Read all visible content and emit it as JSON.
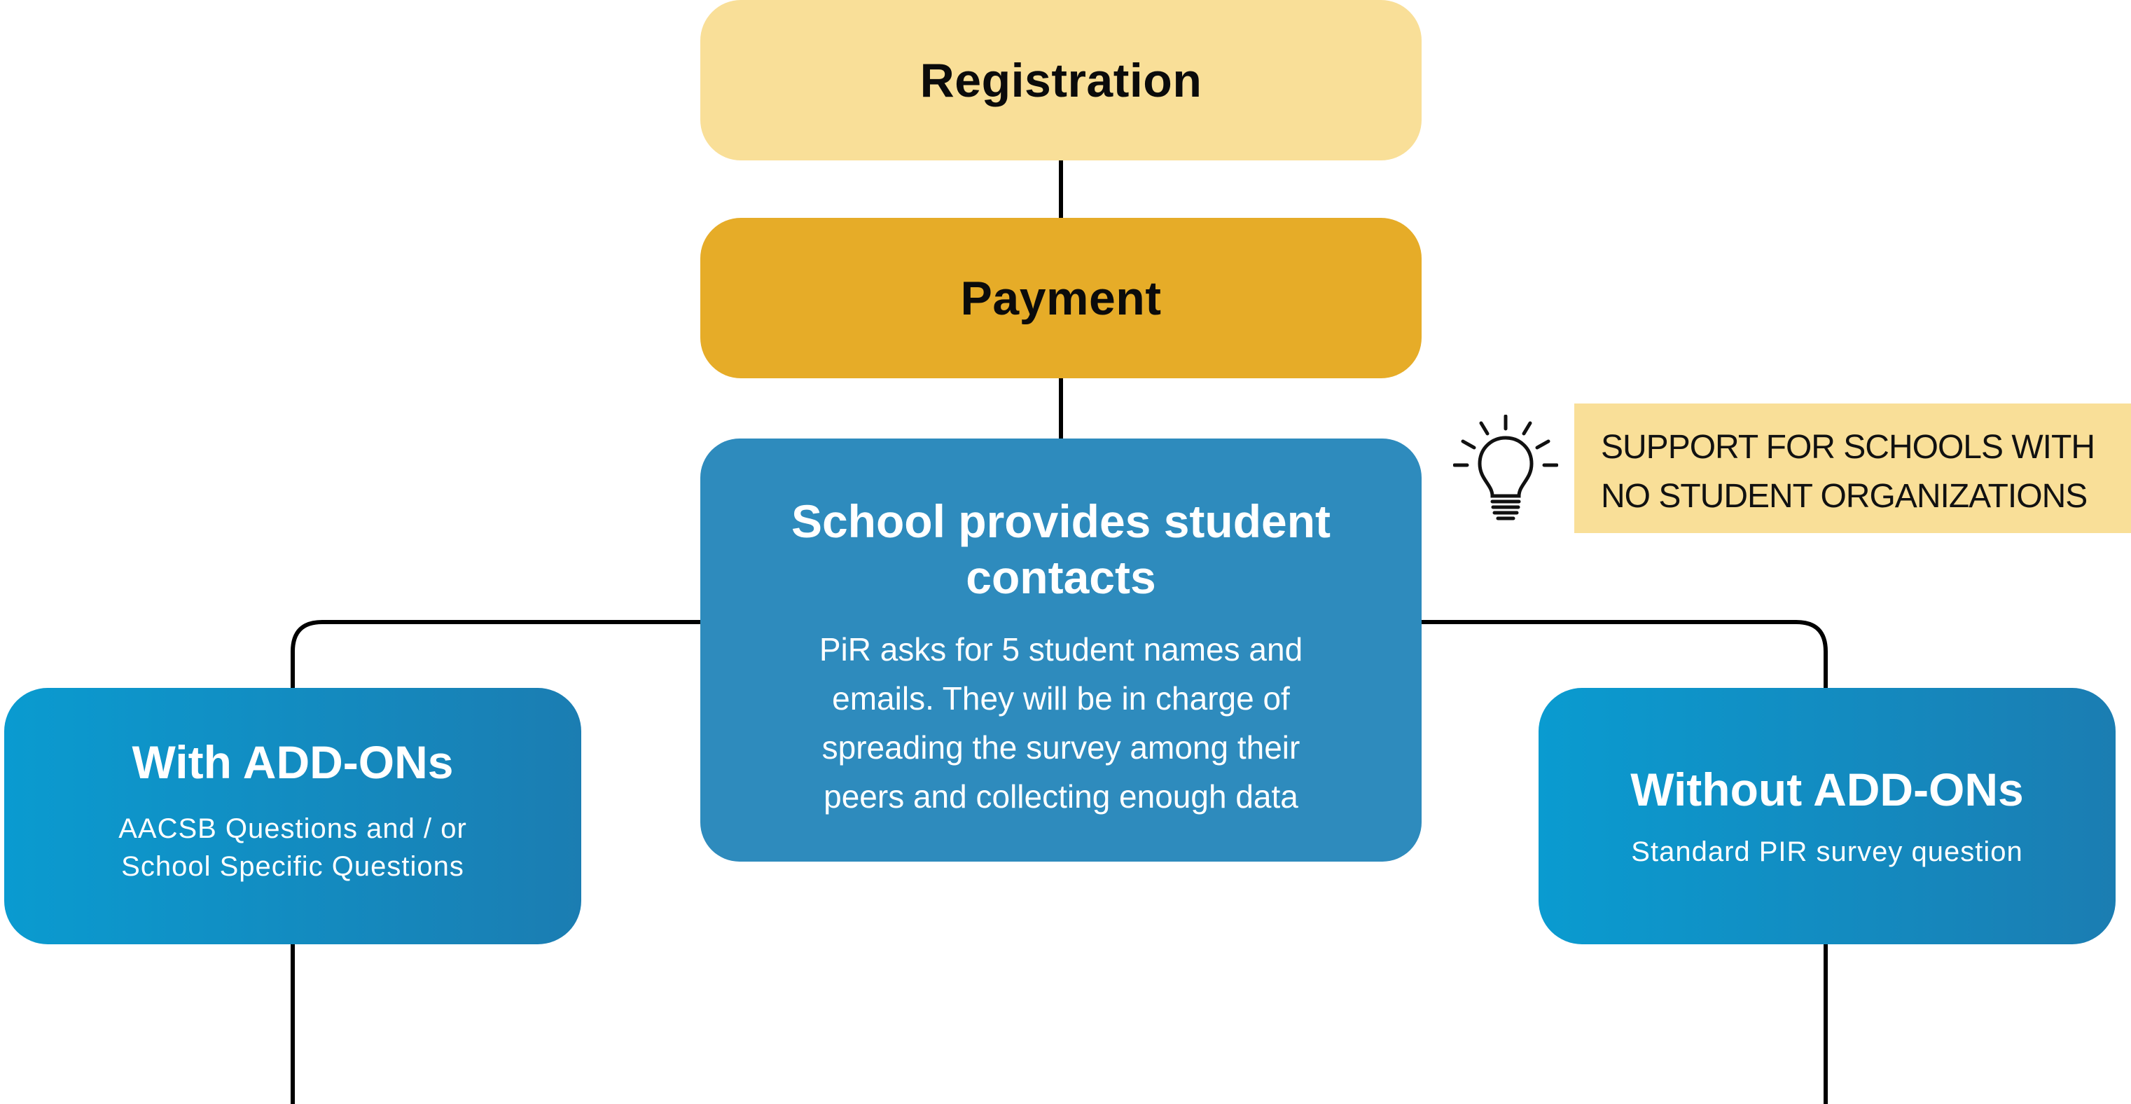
{
  "nodes": {
    "registration": "Registration",
    "payment": "Payment",
    "center": {
      "title": "School provides student contacts",
      "body": "PiR asks for 5 student names and emails. They will be in charge of spreading the survey among their peers and collecting enough data"
    },
    "with_addons": {
      "title": "With ADD-ONs",
      "subtitle": "AACSB Questions and / or School Specific Questions"
    },
    "without_addons": {
      "title": "Without ADD-ONs",
      "subtitle": "Standard PIR survey question"
    }
  },
  "callout": {
    "line1": "SUPPORT FOR SCHOOLS WITH",
    "line2": "NO STUDENT ORGANIZATIONS",
    "icon": "lightbulb-icon"
  },
  "colors": {
    "registration": "#f9df98",
    "payment": "#e6ac28",
    "center": "#2e8bbd",
    "branch_start": "#0a9bd0",
    "branch_end": "#1b7db2",
    "callout": "#f9df98",
    "connector": "#000000"
  }
}
